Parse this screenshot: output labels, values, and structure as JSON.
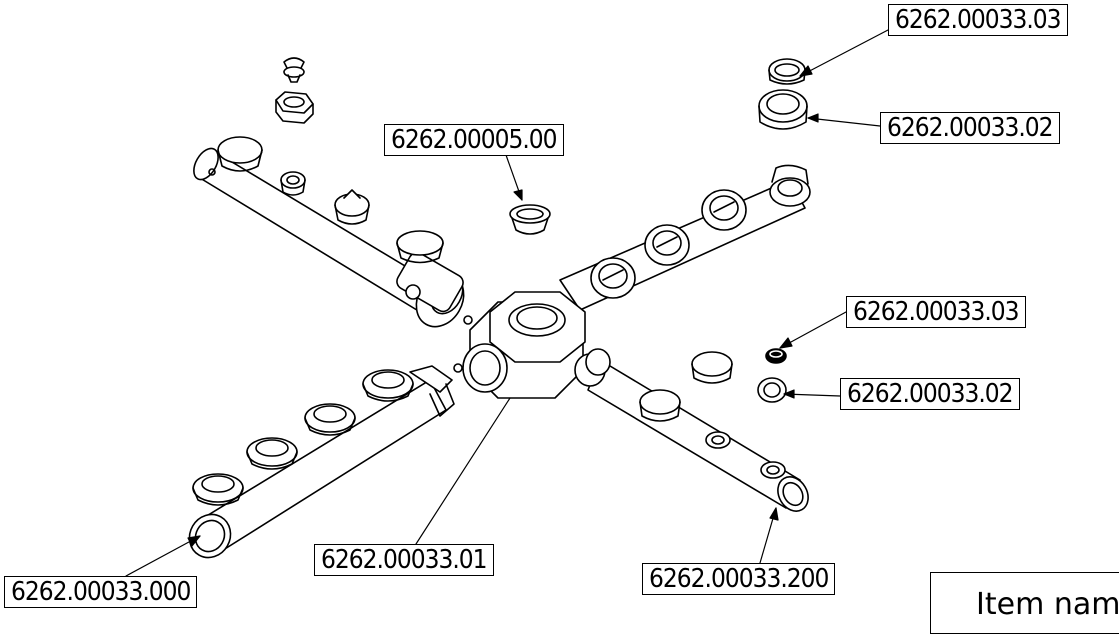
{
  "callouts": {
    "c1": "6262.00033.03",
    "c2": "6262.00033.02",
    "c3": "6262.00005.00",
    "c4": "6262.00033.03",
    "c5": "6262.00033.02",
    "c6": "6262.00033.01",
    "c7": "6262.00033.200",
    "c8": "6262.00033.000"
  },
  "item_box": {
    "label": "Item nam"
  }
}
